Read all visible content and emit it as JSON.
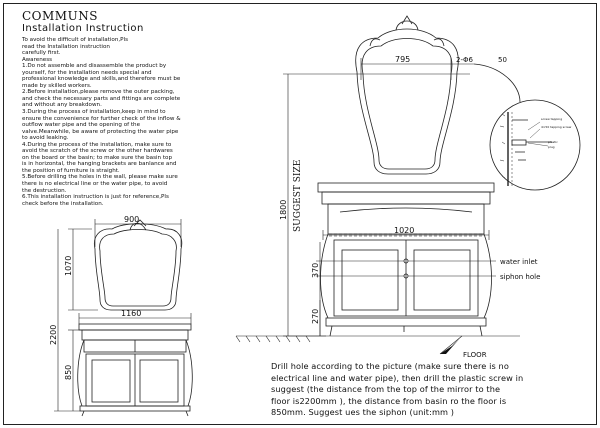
{
  "brand": "COMMUNS",
  "heading": "Installation Instruction",
  "instructions": [
    "To avoid the difficult of installation,Pls",
    "read the Installation instruction",
    "carefully first.",
    "Awareness",
    "1.Do not assemble and disassemble the product by",
    "yourself, for the installation needs special and",
    "professional knowledge and skills,and therefore must be",
    "made by skilled workers.",
    "2.Before installation,please remove the outer packing,",
    "and check the necessary parts and fittings are complete",
    "and without any breakdown.",
    "3.During the process of installation,keep in mind to",
    "ensure the convenience for further check of the inflow &",
    "outflow water pipe and the opening of the",
    "valve.Meanwhile, be aware of protecting the water pipe",
    "to avoid leaking.",
    "4.During the process of the installation, make sure to",
    "avoid the scratch of the screw or the other hardwares",
    "on the board or the basin; to make sure the basin top",
    "is in horizontal, the hanging brackets are banlance and",
    "the position of furniture is straight.",
    "5.Before drilling the holes in the wall, please make sure",
    "there is no electrical line or the water pipe, to avoid",
    "the destruction.",
    "6.This installation instruction is just for reference,Pls",
    "check before the installation."
  ],
  "left_drawing": {
    "dim_mirror_width": "900",
    "dim_mirror_height": "1070",
    "dim_cabinet_width": "1160",
    "dim_total_height": "2200",
    "dim_cabinet_height": "850"
  },
  "right_drawing": {
    "dim_mirror_width": "795",
    "dim_screw": "2-Φ6",
    "dim_screw_len": "50",
    "suggest_label": "SUGGEST SIZE",
    "dim_suggest": "1800",
    "dim_cabinet_width": "1020",
    "dim_inlet_height": "370",
    "dim_siphon_height": "270",
    "water_inlet_label": "water inlet",
    "siphon_label": "siphon hole",
    "floor_label": "FLOOR"
  },
  "detail_labels": [
    "screw tapping",
    "4×50 tapping screw",
    "plastic",
    "plug"
  ],
  "caption": [
    "Drill hole according to the picture (make sure there is no",
    "electrical line and water pipe), then drill the plastic screw in",
    "suggest (the distance from the top of the mirror to the",
    "floor is2200mm ), the distance from basin ro the floor is",
    "850mm. Suggest ues the siphon (unit:mm )"
  ]
}
